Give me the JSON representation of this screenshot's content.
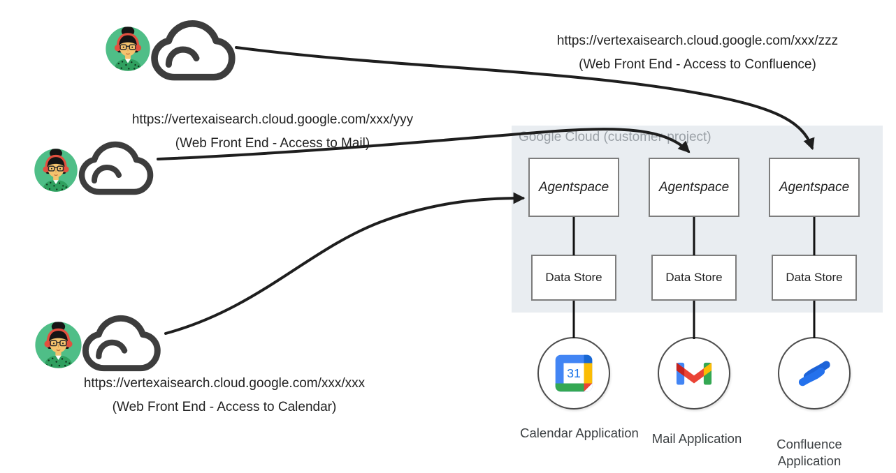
{
  "cloud_container": {
    "label": "Google Cloud (customer-project)"
  },
  "links": {
    "confluence": {
      "url": "https://vertexaisearch.cloud.google.com/xxx/zzz",
      "caption": "(Web Front End - Access to Confluence)"
    },
    "mail": {
      "url": "https://vertexaisearch.cloud.google.com/xxx/yyy",
      "caption": "(Web Front End - Access to Mail)"
    },
    "calendar": {
      "url": "https://vertexaisearch.cloud.google.com/xxx/xxx",
      "caption": "(Web Front End - Access to Calendar)"
    }
  },
  "columns": [
    {
      "agent_label": "Agentspace",
      "datastore_label": "Data Store",
      "app_label": "Calendar Application",
      "icon": "google-calendar-icon"
    },
    {
      "agent_label": "Agentspace",
      "datastore_label": "Data Store",
      "app_label": "Mail Application",
      "icon": "gmail-icon"
    },
    {
      "agent_label": "Agentspace",
      "datastore_label": "Data Store",
      "app_label": "Confluence Application",
      "icon": "confluence-icon"
    }
  ],
  "calendar_icon": {
    "day": "31"
  },
  "icons": {
    "user": "user-avatar-icon",
    "cloud": "cloud-icon",
    "calendar": "google-calendar-icon",
    "mail": "gmail-icon",
    "confluence": "confluence-icon"
  },
  "colors": {
    "arrow": "#1e1e1e",
    "container_bg": "#e9edf1",
    "container_label": "#9aa0a6",
    "box_border": "#7d7d7d",
    "google_blue": "#4285f4",
    "google_blue_dark": "#1967d2",
    "google_red": "#ea4335",
    "gmail_dark_red": "#c5221f",
    "google_yellow": "#fbbc04",
    "google_green": "#34a853",
    "confluence_blue": "#2066dd",
    "avatar_bg": "#4fbe87",
    "cloud_outline": "#3d3d3d"
  }
}
